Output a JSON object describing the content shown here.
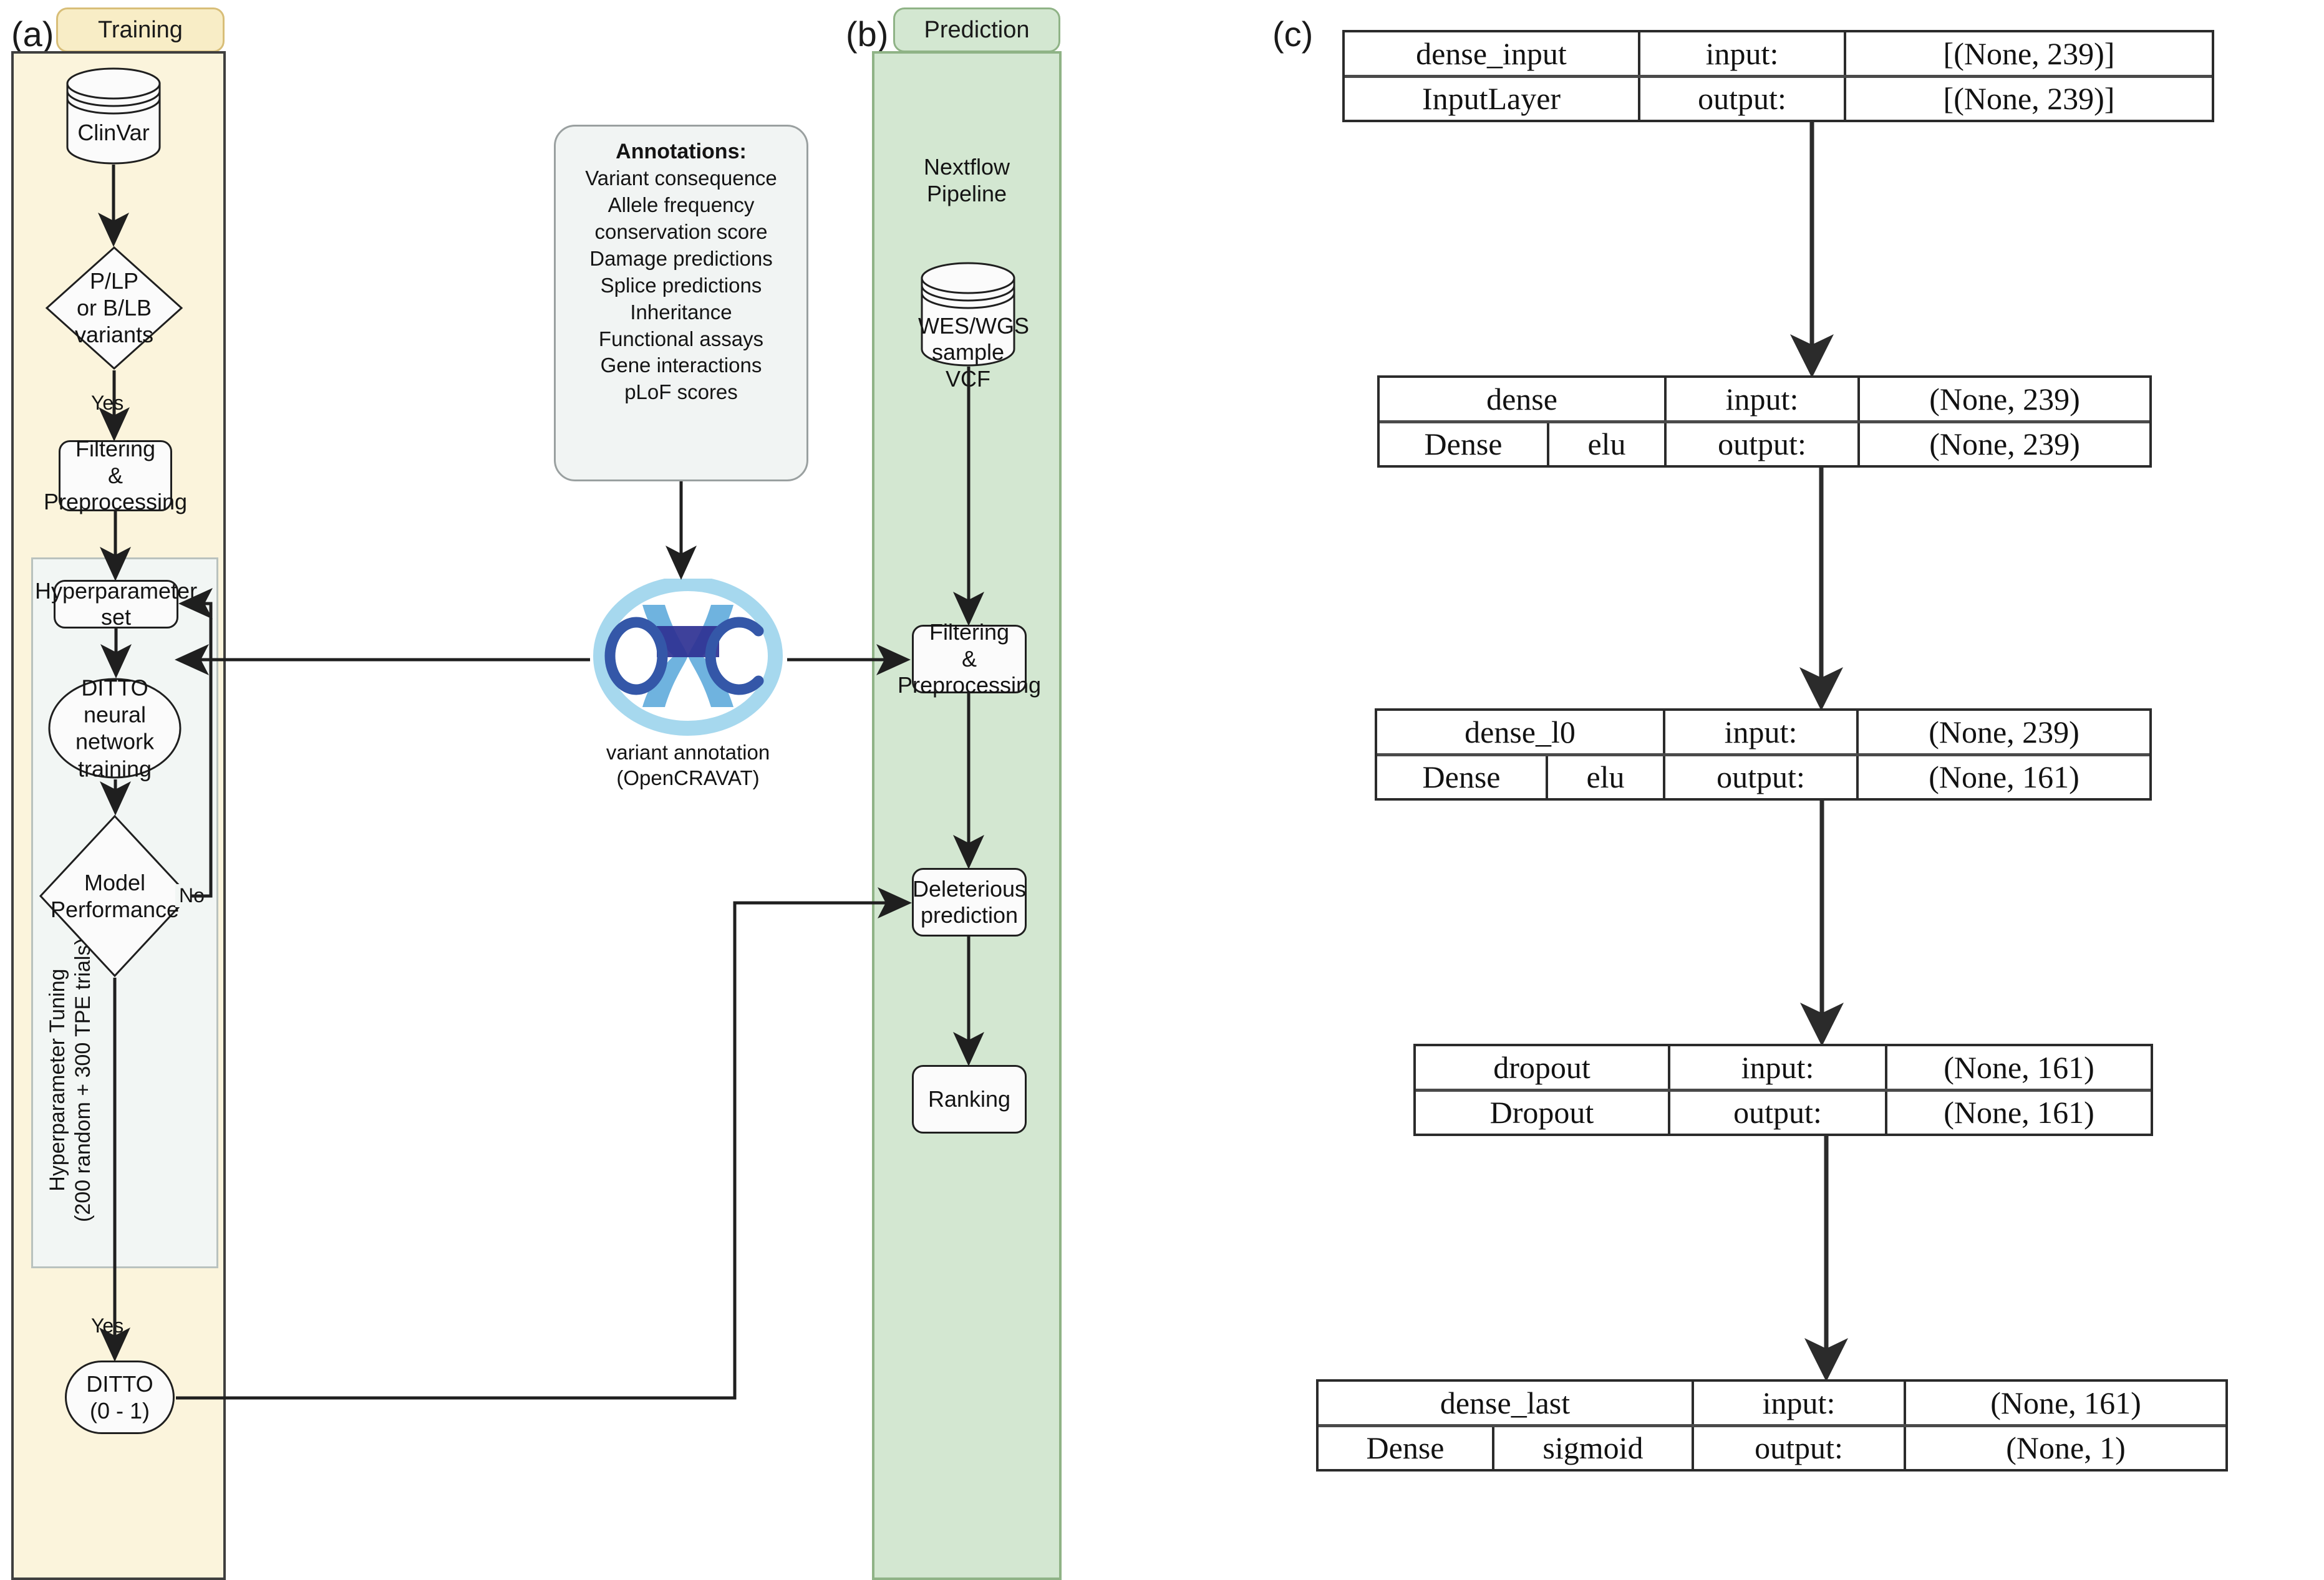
{
  "figure": {
    "panels": [
      {
        "letter": "(a)",
        "title": "Training"
      },
      {
        "letter": "(b)",
        "title": "Prediction"
      },
      {
        "letter": "(c)",
        "title": ""
      }
    ]
  },
  "panel_a": {
    "letter": "(a)",
    "header": "Training",
    "database": "ClinVar",
    "decision_variants": "P/LP\nor B/LB\nvariants",
    "decision_variants_lines": [
      "P/LP",
      "or B/LB",
      "variants"
    ],
    "yes_label_1": "Yes",
    "filtering": "Filtering &\nPreprocessing",
    "filtering_lines": [
      "Filtering &",
      "Preprocessing"
    ],
    "tuning_group_label_lines": [
      "Hyperparameter Tuning",
      "(200 random + 300 TPE trials)"
    ],
    "hyperparameter_set": "Hyperparameter set",
    "ditto_training_lines": [
      "DITTO",
      "neural network",
      "training"
    ],
    "model_performance_lines": [
      "Model",
      "Performance"
    ],
    "no_label": "No",
    "yes_label_2": "Yes",
    "ditto_output_lines": [
      "DITTO",
      "(0 - 1)"
    ]
  },
  "annotations": {
    "title": "Annotations:",
    "items": [
      "Variant consequence",
      "Allele frequency",
      "conservation score",
      "Damage predictions",
      "Splice predictions",
      "Inheritance",
      "Functional assays",
      "Gene interactions",
      "pLoF scores"
    ]
  },
  "opencravat": {
    "logo_text": "OXC",
    "caption_lines": [
      "variant annotation",
      "(OpenCRAVAT)"
    ]
  },
  "panel_b": {
    "letter": "(b)",
    "header": "Prediction",
    "pipeline_label_lines": [
      "Nextflow",
      "Pipeline"
    ],
    "database_lines": [
      "WES/WGS",
      "sample VCF"
    ],
    "filtering_lines": [
      "Filtering &",
      "Preprocessing"
    ],
    "deleterious_lines": [
      "Deleterious",
      "prediction"
    ],
    "ranking": "Ranking"
  },
  "panel_c": {
    "letter": "(c)",
    "blocks": [
      {
        "name": "dense_input",
        "type": "InputLayer",
        "activation": "",
        "input_label": "input:",
        "output_label": "output:",
        "input_shape": "[(None, 239)]",
        "output_shape": "[(None, 239)]"
      },
      {
        "name": "dense",
        "type": "Dense",
        "activation": "elu",
        "input_label": "input:",
        "output_label": "output:",
        "input_shape": "(None, 239)",
        "output_shape": "(None, 239)"
      },
      {
        "name": "dense_l0",
        "type": "Dense",
        "activation": "elu",
        "input_label": "input:",
        "output_label": "output:",
        "input_shape": "(None, 239)",
        "output_shape": "(None, 161)"
      },
      {
        "name": "dropout",
        "type": "Dropout",
        "activation": "",
        "input_label": "input:",
        "output_label": "output:",
        "input_shape": "(None, 161)",
        "output_shape": "(None, 161)"
      },
      {
        "name": "dense_last",
        "type": "Dense",
        "activation": "sigmoid",
        "input_label": "input:",
        "output_label": "output:",
        "input_shape": "(None, 161)",
        "output_shape": "(None, 1)"
      }
    ]
  },
  "colors": {
    "training_panel_bg": "#FBF4DC",
    "training_header_bg": "#F8EDC6",
    "training_header_border": "#D8BE78",
    "prediction_panel_bg": "#D3E7D1",
    "prediction_header_border": "#8FB386",
    "annotations_bg": "#F1F4F3",
    "tuning_group_bg": "#F2F6F4",
    "node_stroke": "#1f1f1f",
    "logo_ring": "#A6D8EE",
    "logo_dark_blue": "#2E3192",
    "logo_mid_blue": "#3457A8",
    "logo_light_blue": "#6FB3DF"
  }
}
